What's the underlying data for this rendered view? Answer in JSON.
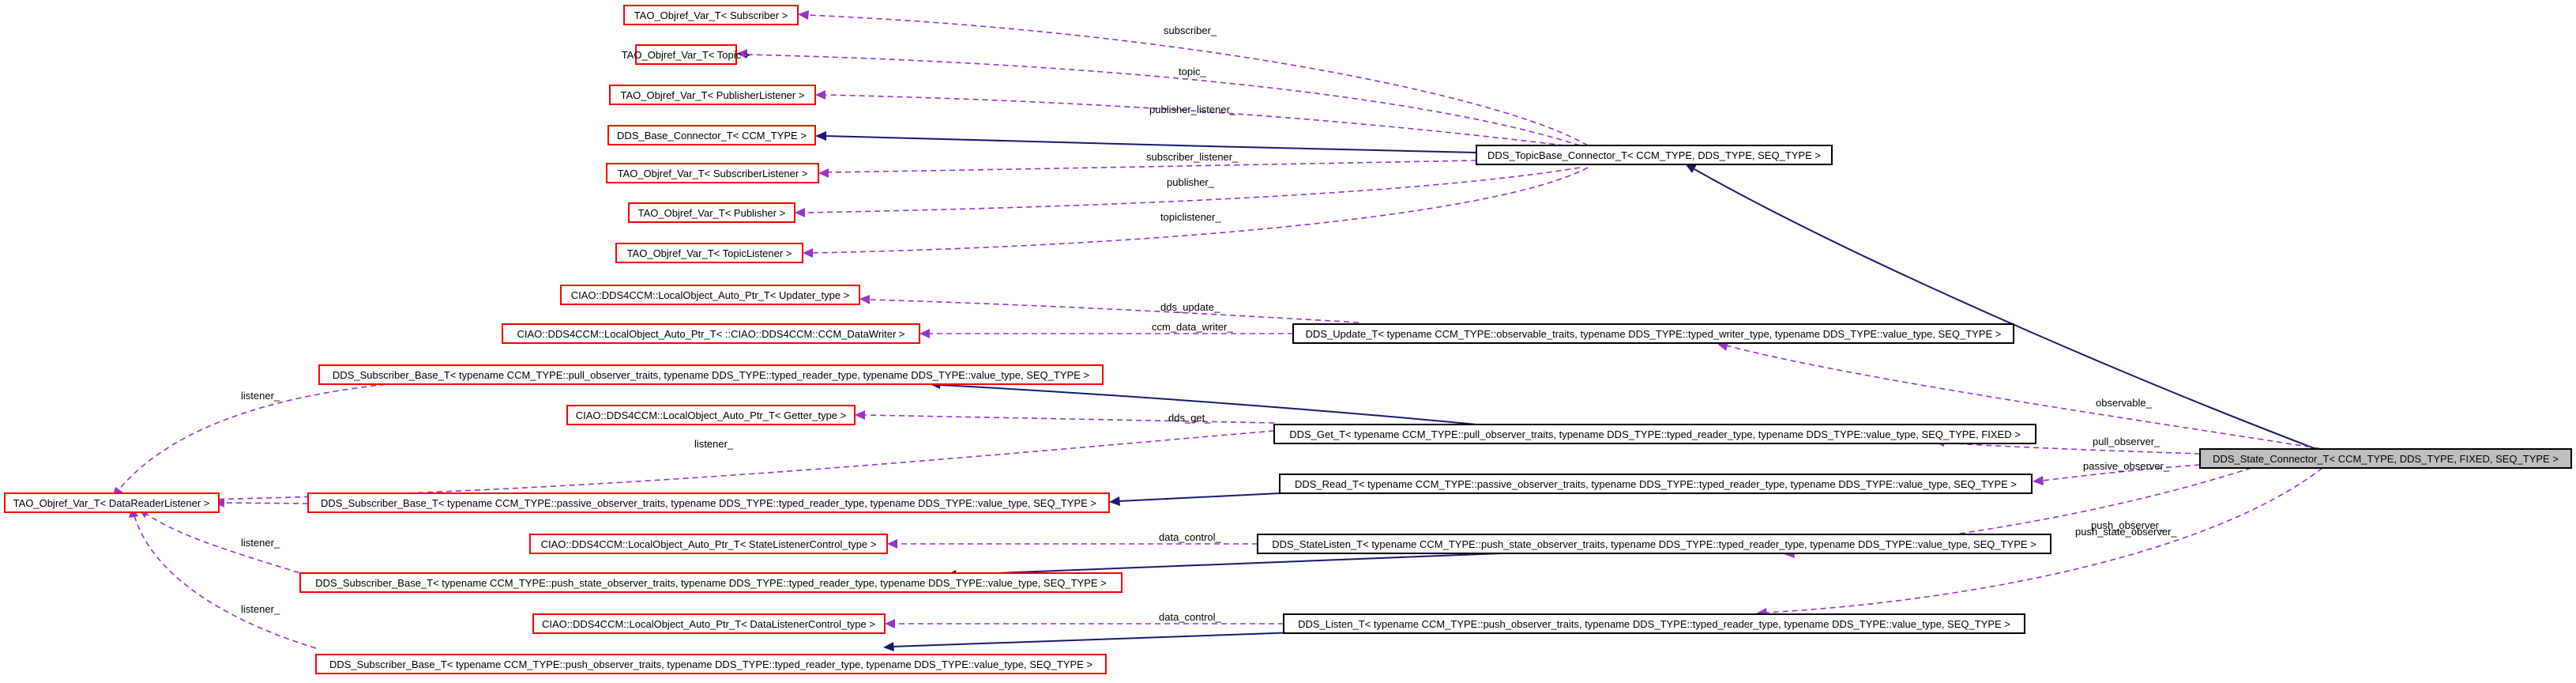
{
  "nodes": {
    "tao_subscriber": "TAO_Objref_Var_T< Subscriber >",
    "tao_topic": "TAO_Objref_Var_T< Topic >",
    "tao_publisher_listener": "TAO_Objref_Var_T< PublisherListener >",
    "dds_base_connector": "DDS_Base_Connector_T< CCM_TYPE >",
    "tao_subscriber_listener": "TAO_Objref_Var_T< SubscriberListener >",
    "tao_publisher": "TAO_Objref_Var_T< Publisher >",
    "tao_topic_listener": "TAO_Objref_Var_T< TopicListener >",
    "topicbase_connector": "DDS_TopicBase_Connector_T< CCM_TYPE, DDS_TYPE, SEQ_TYPE >",
    "ciao_updater": "CIAO::DDS4CCM::LocalObject_Auto_Ptr_T< Updater_type >",
    "ciao_datawriter": "CIAO::DDS4CCM::LocalObject_Auto_Ptr_T< ::CIAO::DDS4CCM::CCM_DataWriter >",
    "dds_update": "DDS_Update_T< typename CCM_TYPE::observable_traits, typename DDS_TYPE::typed_writer_type, typename DDS_TYPE::value_type, SEQ_TYPE >",
    "sub_base_pull": "DDS_Subscriber_Base_T< typename CCM_TYPE::pull_observer_traits, typename DDS_TYPE::typed_reader_type, typename DDS_TYPE::value_type, SEQ_TYPE >",
    "ciao_getter": "CIAO::DDS4CCM::LocalObject_Auto_Ptr_T< Getter_type >",
    "dds_get": "DDS_Get_T< typename CCM_TYPE::pull_observer_traits, typename DDS_TYPE::typed_reader_type, typename DDS_TYPE::value_type, SEQ_TYPE, FIXED >",
    "tao_datareader_listener": "TAO_Objref_Var_T< DataReaderListener >",
    "sub_base_passive": "DDS_Subscriber_Base_T< typename CCM_TYPE::passive_observer_traits, typename DDS_TYPE::typed_reader_type, typename DDS_TYPE::value_type, SEQ_TYPE >",
    "dds_read": "DDS_Read_T< typename CCM_TYPE::passive_observer_traits, typename DDS_TYPE::typed_reader_type, typename DDS_TYPE::value_type, SEQ_TYPE >",
    "state_connector": "DDS_State_Connector_T< CCM_TYPE, DDS_TYPE, FIXED, SEQ_TYPE >",
    "ciao_state_listener_control": "CIAO::DDS4CCM::LocalObject_Auto_Ptr_T< StateListenerControl_type >",
    "dds_state_listen": "DDS_StateListen_T< typename CCM_TYPE::push_state_observer_traits, typename DDS_TYPE::typed_reader_type, typename DDS_TYPE::value_type, SEQ_TYPE >",
    "sub_base_push_state": "DDS_Subscriber_Base_T< typename CCM_TYPE::push_state_observer_traits, typename DDS_TYPE::typed_reader_type, typename DDS_TYPE::value_type, SEQ_TYPE >",
    "ciao_data_listener_control": "CIAO::DDS4CCM::LocalObject_Auto_Ptr_T< DataListenerControl_type >",
    "dds_listen": "DDS_Listen_T< typename CCM_TYPE::push_observer_traits, typename DDS_TYPE::typed_reader_type, typename DDS_TYPE::value_type, SEQ_TYPE >",
    "sub_base_push": "DDS_Subscriber_Base_T< typename CCM_TYPE::push_observer_traits, typename DDS_TYPE::typed_reader_type, typename DDS_TYPE::value_type, SEQ_TYPE >"
  },
  "edge_labels": {
    "subscriber": "subscriber_",
    "topic": "topic_",
    "publisher_listener": "publisher_listener_",
    "subscriber_listener": "subscriber_listener_",
    "publisher": "publisher_",
    "topiclistener": "topiclistener_",
    "dds_update": "dds_update_",
    "ccm_data_writer": "ccm_data_writer_",
    "observable": "observable_",
    "dds_get": "dds_get_",
    "pull_observer": "pull_observer_",
    "passive_observer": "passive_observer_",
    "push_state_observer": "push_state_observer_",
    "push_observer": "push_observer_",
    "data_control_state": "data_control_",
    "data_control_listen": "data_control_",
    "listener_pull": "listener_",
    "listener_get": "listener_",
    "listener_push_state": "listener_",
    "listener_push": "listener_"
  },
  "colors": {
    "inheritance_edge": "#191970",
    "usage_edge": "#9a32cd",
    "external_class_border": "#ff0000",
    "documented_class_border": "#000000",
    "focus_class_fill": "#bfbfbf"
  }
}
